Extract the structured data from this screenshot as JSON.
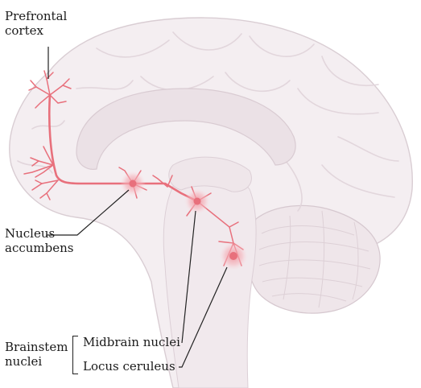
{
  "labels": {
    "prefrontal_line1": "Prefrontal",
    "prefrontal_line2": "cortex",
    "nucleus_line1": "Nucleus",
    "nucleus_line2": "accumbens",
    "brainstem_line1": "Brainstem",
    "brainstem_line2": "nuclei",
    "midbrain": "Midbrain nuclei",
    "locus": "Locus ceruleus"
  },
  "colors": {
    "brain_fill": "#f4eef1",
    "brain_edge": "#d9cdd3",
    "fold_line": "#e2d6dc",
    "neuron": "#e8707c",
    "neuron_glow": "#f6b4bc",
    "leader_line": "#222222"
  }
}
